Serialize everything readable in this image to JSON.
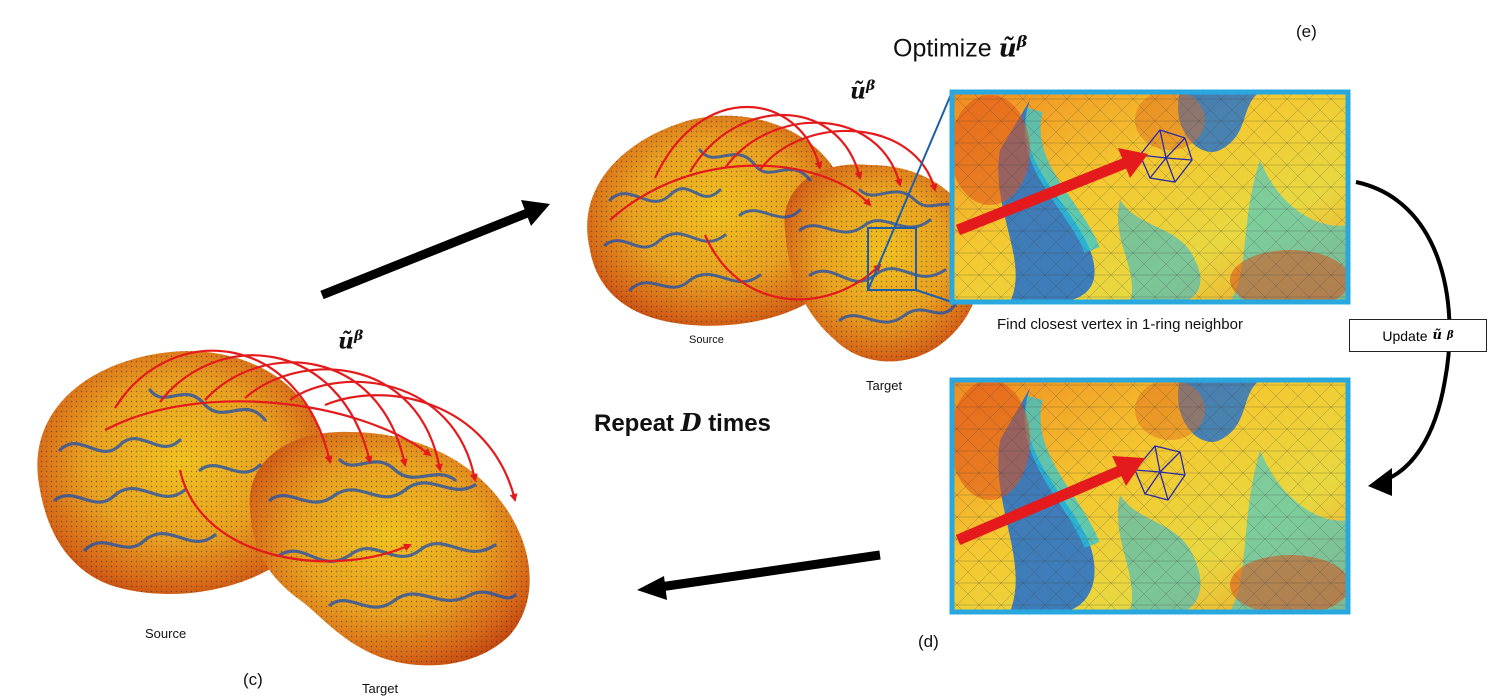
{
  "title": {
    "text": "Optimize",
    "symbol": "ũ",
    "superscript": "β"
  },
  "panels": {
    "e_label": "(e)",
    "d_label": "(d)",
    "c_label": "(c)"
  },
  "vector_labels": {
    "top": {
      "symbol": "ũ",
      "superscript": "β"
    },
    "left": {
      "symbol": "ũ",
      "superscript": "β"
    }
  },
  "brain_labels": {
    "source_top": "Source",
    "target_top": "Target",
    "source_bottom": "Source",
    "target_bottom": "Target"
  },
  "repeat": {
    "prefix": "Repeat",
    "variable": "D",
    "suffix": "times"
  },
  "caption_find": "Find closest vertex in 1-ring neighbor",
  "update": {
    "text": "Update",
    "symbol": "ũ",
    "superscript": "β"
  },
  "colors": {
    "correspondence_arrow": "#e41a1c",
    "flow_arrow": "#000000",
    "panel_border": "#29a8e0",
    "zoom_lines": "#1f5fa8",
    "one_ring_mesh": "#2a2aa8"
  },
  "icons": {
    "brain_top": "cortical-surface-pair-icon",
    "brain_bottom": "cortical-surface-pair-icon",
    "zoom_panel_e": "mesh-closeup-panel",
    "zoom_panel_d": "mesh-closeup-panel"
  }
}
